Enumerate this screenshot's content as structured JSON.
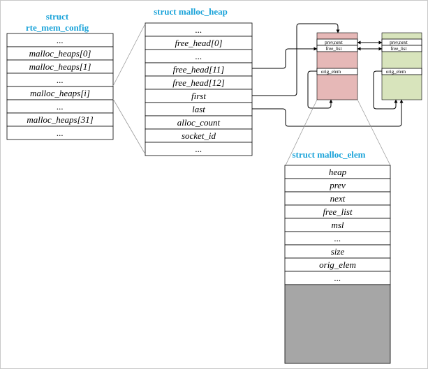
{
  "rte_mem_config": {
    "title_line1": "struct",
    "title_line2": "rte_mem_config",
    "rows": [
      "...",
      "malloc_heaps[0]",
      "malloc_heaps[1]",
      "...",
      "malloc_heaps[i]",
      "...",
      "malloc_heaps[31]",
      "..."
    ]
  },
  "malloc_heap": {
    "title": "struct malloc_heap",
    "rows": [
      "...",
      "free_head[0]",
      "...",
      "free_head[11]",
      "free_head[12]",
      "first",
      "last",
      "alloc_count",
      "socket_id",
      "..."
    ]
  },
  "malloc_elem": {
    "title": "struct malloc_elem",
    "rows": [
      "heap",
      "prev",
      "next",
      "free_list",
      "msl",
      "...",
      "size",
      "orig_elem",
      "..."
    ]
  },
  "elem_blocks": {
    "red": {
      "fields": [
        "prev,next",
        "free_list",
        "orig_elem"
      ],
      "color": "#e6b8b7"
    },
    "green": {
      "fields": [
        "prev,next",
        "free_list",
        "orig_elem"
      ],
      "color": "#d8e4bc"
    }
  },
  "colors": {
    "title": "#1aa3d9",
    "elem_padding": "#a6a6a6"
  }
}
